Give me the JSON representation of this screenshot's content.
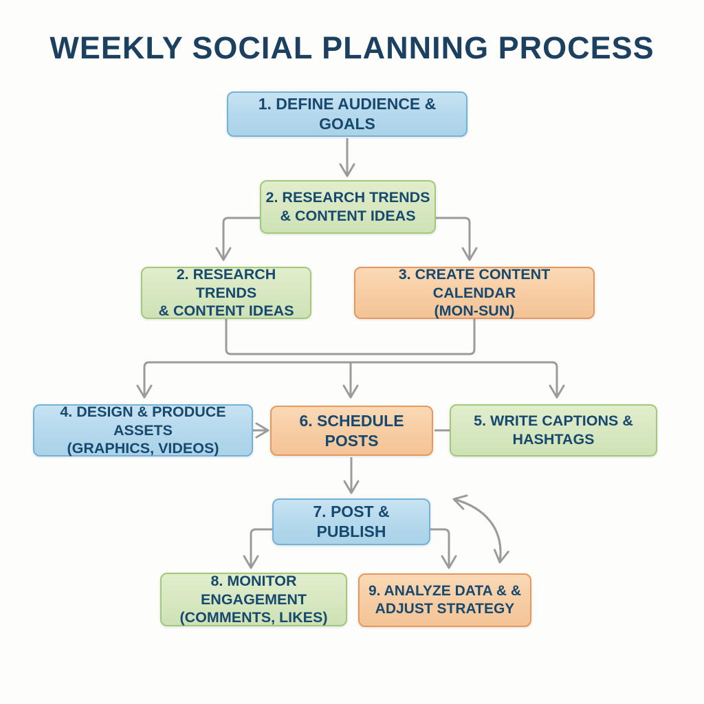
{
  "title": "WEEKLY SOCIAL PLANNING PROCESS",
  "colors": {
    "title_text": "#1b4060",
    "node_text": "#17486e",
    "blue_fill": "#b4d8ec",
    "blue_border": "#73b2d7",
    "green_fill": "#d7e7c0",
    "green_border": "#a3c977",
    "orange_fill": "#f7cca2",
    "orange_border": "#e6985c",
    "arrow": "#9b9b9b"
  },
  "nodes": [
    {
      "id": "define-audience-goals",
      "color": "blue",
      "lines": [
        "1. DEFINE AUDIENCE & GOALS"
      ]
    },
    {
      "id": "research-trends",
      "color": "green",
      "lines": [
        "2. RESEARCH TRENDS",
        "& CONTENT IDEAS"
      ]
    },
    {
      "id": "research-trends-2",
      "color": "green",
      "lines": [
        "2. RESEARCH TRENDS",
        "& CONTENT IDEAS"
      ]
    },
    {
      "id": "create-content-calendar",
      "color": "orange",
      "lines": [
        "3. CREATE CONTENT CALENDAR",
        "(MON-SUN)"
      ]
    },
    {
      "id": "design-produce-assets",
      "color": "blue",
      "lines": [
        "4. DESIGN & PRODUCE ASSETS",
        "(GRAPHICS, VIDEOS)"
      ]
    },
    {
      "id": "schedule-posts",
      "color": "orange",
      "lines": [
        "6. SCHEDULE POSTS"
      ]
    },
    {
      "id": "write-captions-hashtags",
      "color": "green",
      "lines": [
        "5. WRITE CAPTIONS &",
        "HASHTAGS"
      ]
    },
    {
      "id": "post-publish",
      "color": "blue",
      "lines": [
        "7. POST & PUBLISH"
      ]
    },
    {
      "id": "monitor-engagement",
      "color": "green",
      "lines": [
        "8. MONITOR ENGAGEMENT",
        "(COMMENTS, LIKES)"
      ]
    },
    {
      "id": "analyze-adjust-strategy",
      "color": "orange",
      "lines": [
        "9.  ANALYZE DATA &  &",
        "ADJUST STRATEGY"
      ]
    }
  ],
  "edges": [
    {
      "from": "define-audience-goals",
      "to": "research-trends",
      "type": "arrow"
    },
    {
      "from": "research-trends",
      "to": "research-trends-2",
      "type": "arrow"
    },
    {
      "from": "research-trends",
      "to": "create-content-calendar",
      "type": "arrow"
    },
    {
      "from": "research-trends-2 + create-content-calendar",
      "to": "design-produce-assets",
      "type": "arrow"
    },
    {
      "from": "research-trends-2 + create-content-calendar",
      "to": "schedule-posts",
      "type": "arrow"
    },
    {
      "from": "research-trends-2 + create-content-calendar",
      "to": "write-captions-hashtags",
      "type": "arrow"
    },
    {
      "from": "design-produce-assets",
      "to": "schedule-posts",
      "type": "arrow"
    },
    {
      "from": "schedule-posts",
      "to": "write-captions-hashtags",
      "type": "line"
    },
    {
      "from": "schedule-posts",
      "to": "post-publish",
      "type": "arrow"
    },
    {
      "from": "post-publish",
      "to": "monitor-engagement",
      "type": "arrow"
    },
    {
      "from": "post-publish",
      "to": "analyze-adjust-strategy",
      "type": "arrow"
    },
    {
      "from": "analyze-adjust-strategy",
      "to": "post-publish",
      "type": "curved-double-arrow"
    }
  ]
}
